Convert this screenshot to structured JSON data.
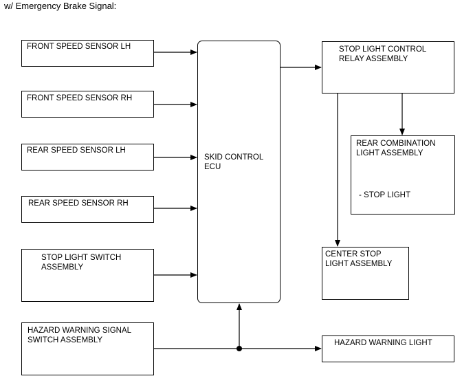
{
  "heading": "w/ Emergency Brake Signal:",
  "blocks": {
    "front_lh": "FRONT SPEED SENSOR LH",
    "front_rh": "FRONT SPEED SENSOR RH",
    "rear_lh": "REAR SPEED SENSOR LH",
    "rear_rh": "REAR SPEED SENSOR RH",
    "stop_switch": "STOP LIGHT SWITCH\nASSEMBLY",
    "hazard_switch": "HAZARD WARNING SIGNAL\nSWITCH ASSEMBLY",
    "ecu": "SKID CONTROL\nECU",
    "relay": "STOP LIGHT CONTROL\nRELAY ASSEMBLY",
    "rear_combo": "REAR COMBINATION\nLIGHT ASSEMBLY",
    "rear_combo_sub": "- STOP LIGHT",
    "center_stop": "CENTER STOP\nLIGHT ASSEMBLY",
    "hazard_light": "HAZARD WARNING LIGHT"
  }
}
